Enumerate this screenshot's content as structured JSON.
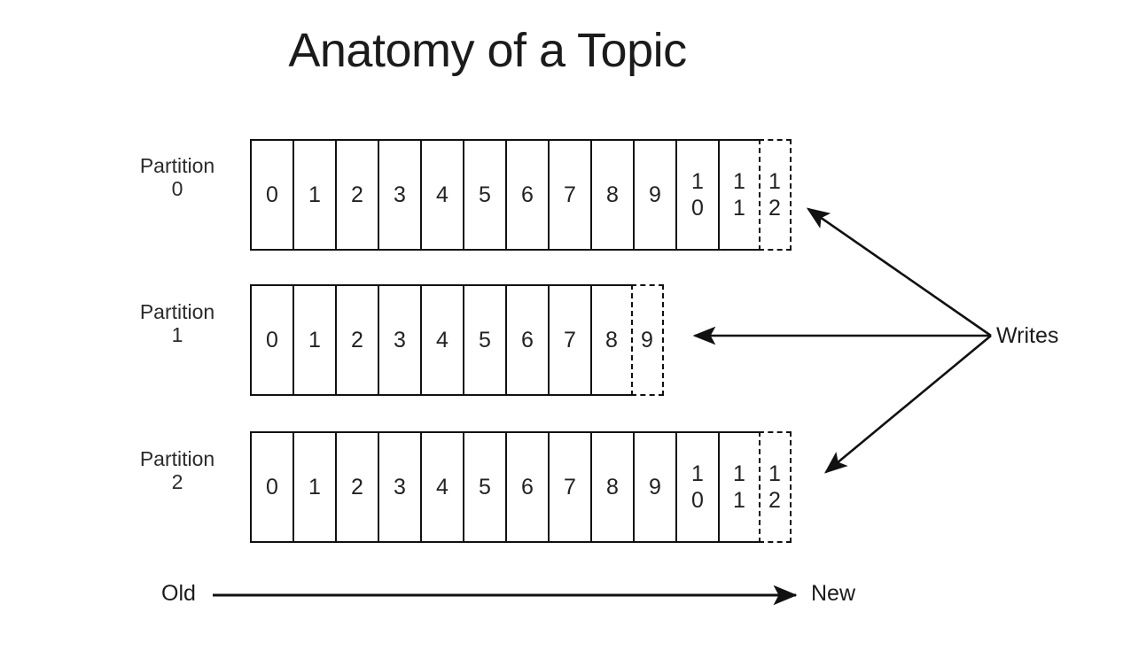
{
  "diagram": {
    "title": "Anatomy of a Topic",
    "partitions": [
      {
        "label_line1": "Partition",
        "label_line2": "0",
        "committed": [
          "0",
          "1",
          "2",
          "3",
          "4",
          "5",
          "6",
          "7",
          "8",
          "9",
          "10",
          "11"
        ],
        "pending": "12"
      },
      {
        "label_line1": "Partition",
        "label_line2": "1",
        "committed": [
          "0",
          "1",
          "2",
          "3",
          "4",
          "5",
          "6",
          "7",
          "8"
        ],
        "pending": "9"
      },
      {
        "label_line1": "Partition",
        "label_line2": "2",
        "committed": [
          "0",
          "1",
          "2",
          "3",
          "4",
          "5",
          "6",
          "7",
          "8",
          "9",
          "10",
          "11"
        ],
        "pending": "12"
      }
    ],
    "writes_label": "Writes",
    "timeline": {
      "start_label": "Old",
      "end_label": "New"
    },
    "colors": {
      "stroke": "#111111",
      "text": "#1b1b1b",
      "background": "#ffffff"
    }
  }
}
